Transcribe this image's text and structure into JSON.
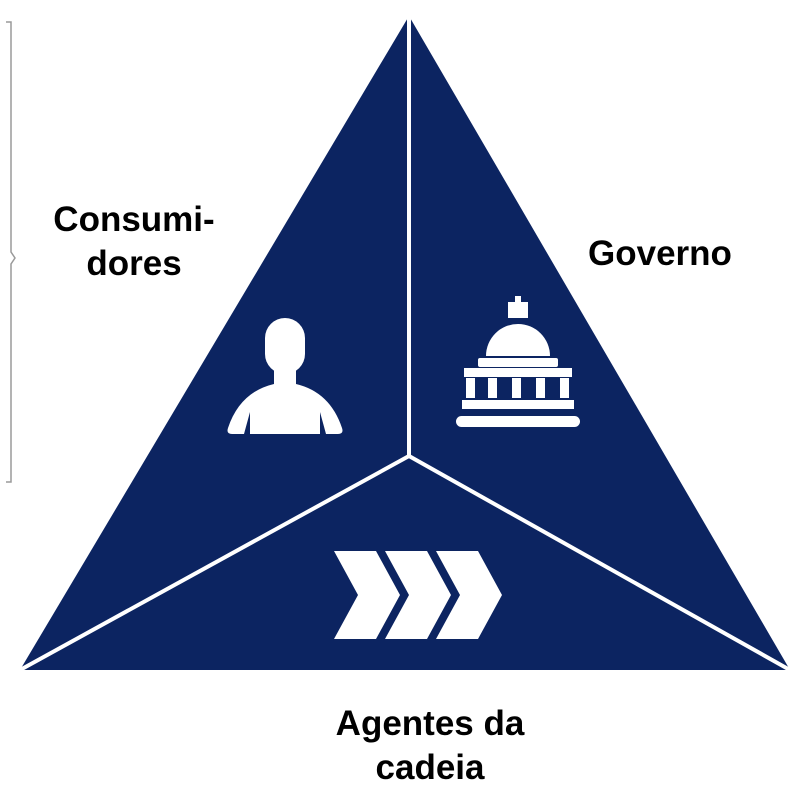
{
  "diagram": {
    "segments": [
      {
        "id": "consumidores",
        "lines": [
          "Consumi-",
          "dores"
        ],
        "icon": "person-icon"
      },
      {
        "id": "governo",
        "lines": [
          "Governo"
        ],
        "icon": "capitol-building-icon"
      },
      {
        "id": "agentes",
        "lines": [
          "Agentes da",
          "cadeia"
        ],
        "icon": "chevrons-right-icon"
      }
    ],
    "colors": {
      "triangle_fill": "#0c2461",
      "divider": "#ffffff",
      "icon": "#ffffff",
      "label_text": "#000000",
      "bracket": "#9a9a9a"
    }
  }
}
